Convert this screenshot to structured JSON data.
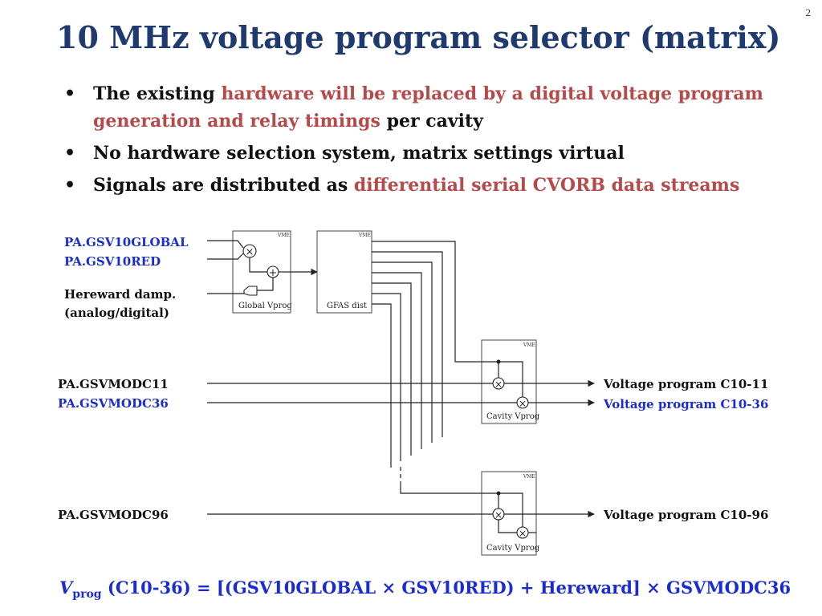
{
  "page_number": "2",
  "title": "10 MHz voltage program selector (matrix)",
  "bullets": [
    {
      "pre": "The existing ",
      "hl": "hardware will be replaced by a digital voltage program generation and relay timings",
      "post": " per cavity"
    },
    {
      "pre": "No hardware selection system, matrix settings virtual",
      "hl": "",
      "post": ""
    },
    {
      "pre": "Signals are distributed as ",
      "hl": "differential serial CVORB data streams",
      "post": ""
    }
  ],
  "diagram": {
    "inputs": {
      "global": "PA.GSV10GLOBAL",
      "red": "PA.GSV10RED",
      "hereward_line1": "Hereward damp.",
      "hereward_line2": "(analog/digital)",
      "modc11": "PA.GSVMODC11",
      "modc36": "PA.GSVMODC36",
      "modc96": "PA.GSVMODC96"
    },
    "outputs": {
      "c11": "Voltage program C10-11",
      "c36": "Voltage program C10-36",
      "c96": "Voltage program C10-96"
    },
    "boxes": {
      "global_vprog": "Global Vprog",
      "gfas_dist": "GFAS dist",
      "cavity_vprog": "Cavity Vprog",
      "vme": "VME"
    },
    "symbols": {
      "multiply": "×",
      "add": "+"
    }
  },
  "formula": {
    "v": "V",
    "sub": "prog",
    "rest": " (C10-36) = [(GSV10GLOBAL × GSV10RED) + Hereward] × GSVMODC36"
  },
  "colors": {
    "title": "#1f3a6e",
    "highlight": "#b54a4a",
    "blue_label": "#1a2ccf"
  }
}
